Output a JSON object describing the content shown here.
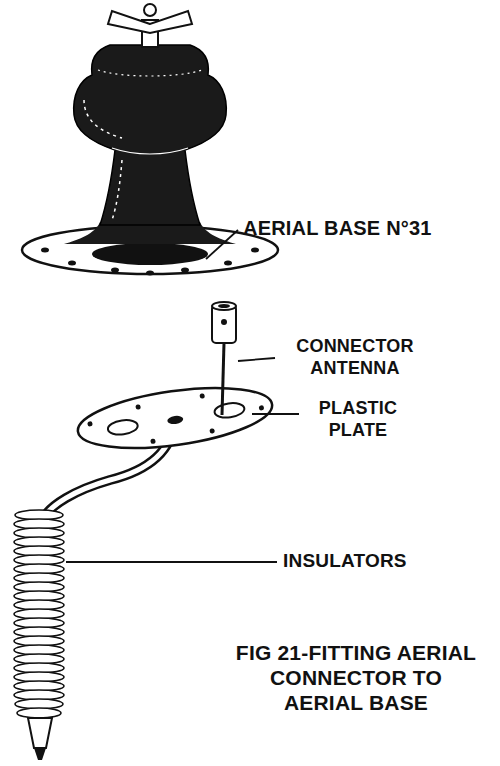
{
  "diagram": {
    "caption": "FIG 21-FITTING AERIAL CONNECTOR TO AERIAL BASE",
    "labels": [
      "AERIAL BASE N°31",
      "CONNECTOR ANTENNA",
      "PLASTIC PLATE",
      "INSULATORS"
    ]
  }
}
